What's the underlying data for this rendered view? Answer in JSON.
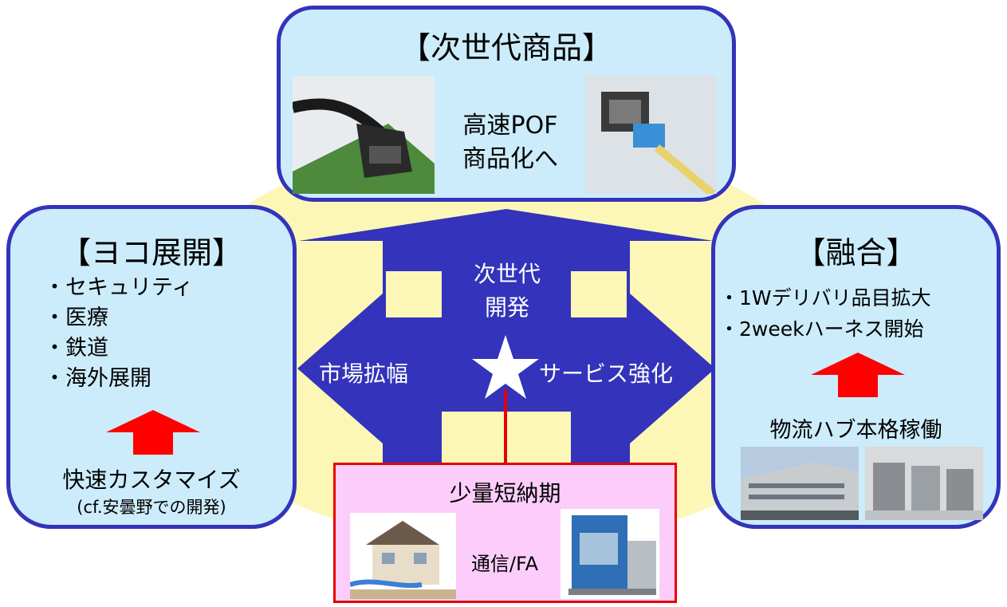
{
  "colors": {
    "box_fill": "#ccecfb",
    "box_border": "#3333bb",
    "arrow": "#3333bb",
    "halo": "#fcf7b6",
    "bottom_fill": "#fccdfa",
    "bottom_border": "#e60000",
    "red_arrow": "#ff0000",
    "connector_line": "#e60000",
    "star": "#ffffff"
  },
  "top_box": {
    "title": "【次世代商品】",
    "center_lines": [
      "高速POF",
      "商品化へ"
    ],
    "photos": {
      "left": "pof-cable-connector-photo",
      "right": "optical-connector-photo"
    }
  },
  "left_box": {
    "title": "【ヨコ展開】",
    "bullets": [
      "セキュリティ",
      "医療",
      "鉄道",
      "海外展開"
    ],
    "arrow_icon": "red-up-arrow-icon",
    "bottom_text": "快速カスタマイズ",
    "bottom_note": "(cf.安曇野での開発)"
  },
  "right_box": {
    "title": "【融合】",
    "bullets": [
      "1Wデリバリ品目拡大",
      "2weekハーネス開始"
    ],
    "arrow_icon": "red-up-arrow-icon",
    "mid_text": "物流ハブ本格稼働",
    "photos": {
      "left": "logistics-building-photo",
      "right": "warehouse-interior-photo"
    }
  },
  "bottom_box": {
    "title": "少量短納期",
    "mid_text": "通信/FA",
    "photos": {
      "left": "house-network-cable-photo",
      "right": "cnc-machine-photo"
    }
  },
  "center_arrow": {
    "up_label_lines": [
      "次世代",
      "開発"
    ],
    "left_label": "市場拡幅",
    "right_label": "サービス強化",
    "center_icon": "star-icon"
  }
}
